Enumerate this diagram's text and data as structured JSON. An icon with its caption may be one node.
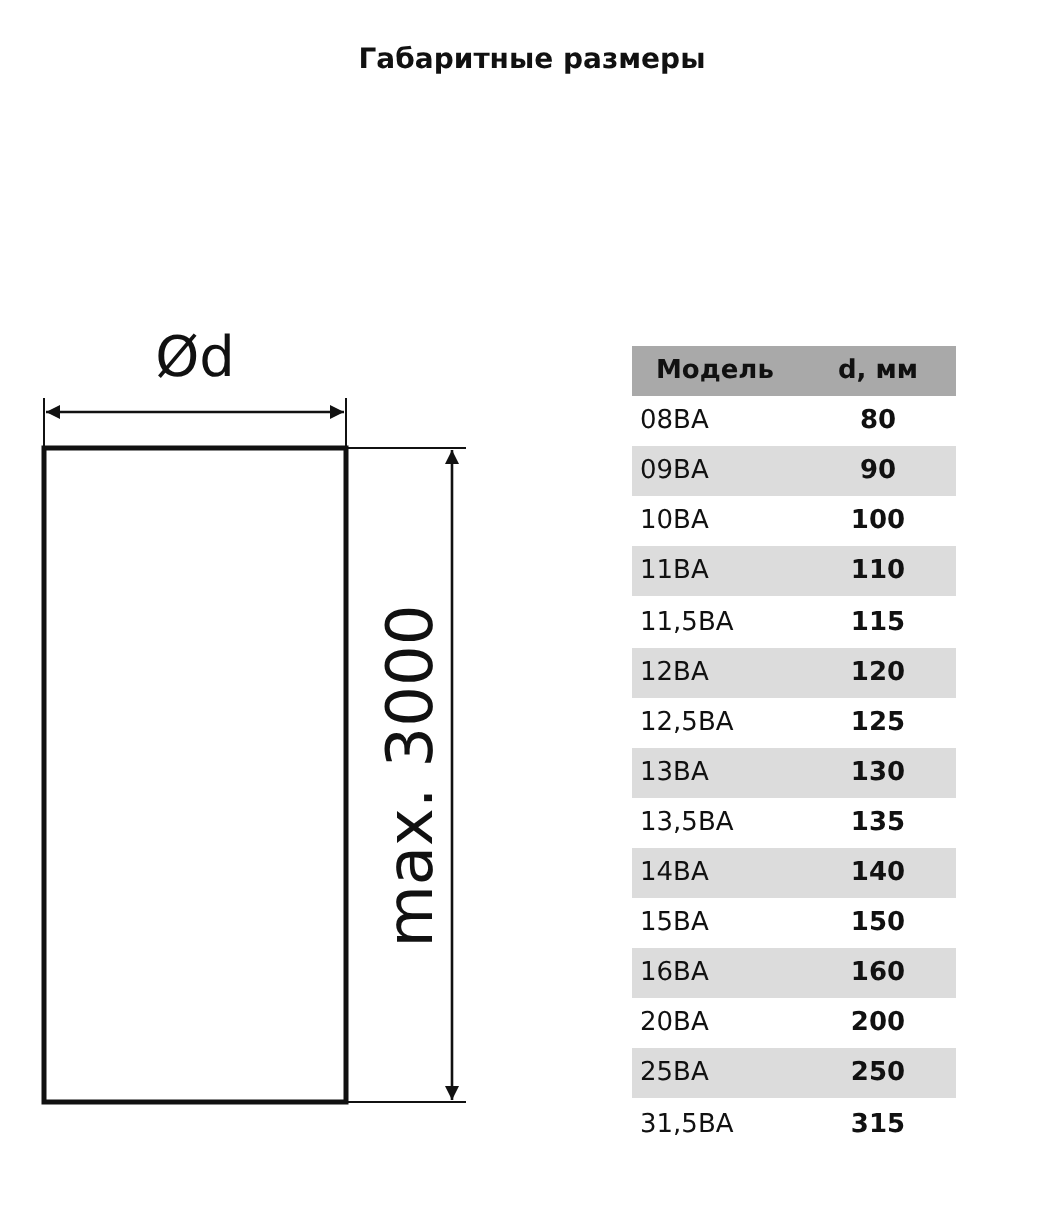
{
  "diagram": {
    "title": "Габаритные размеры",
    "nodes": [
      {
        "text": [],
        "shape": "box"
      }
    ],
    "labels": [
      "Ød",
      "max. 3000",
      "Модель",
      "d, мм",
      "08BA",
      "80",
      "09BA",
      "90",
      "10BA",
      "100",
      "11BA",
      "110",
      "11,5BA",
      "115",
      "12BA",
      "120",
      "12,5BA",
      "125",
      "13BA",
      "130",
      "13,5BA",
      "135",
      "14BA",
      "140",
      "15BA",
      "150",
      "16BA",
      "160",
      "20BA",
      "200",
      "25BA",
      "250",
      "31,5BA",
      "315"
    ]
  }
}
